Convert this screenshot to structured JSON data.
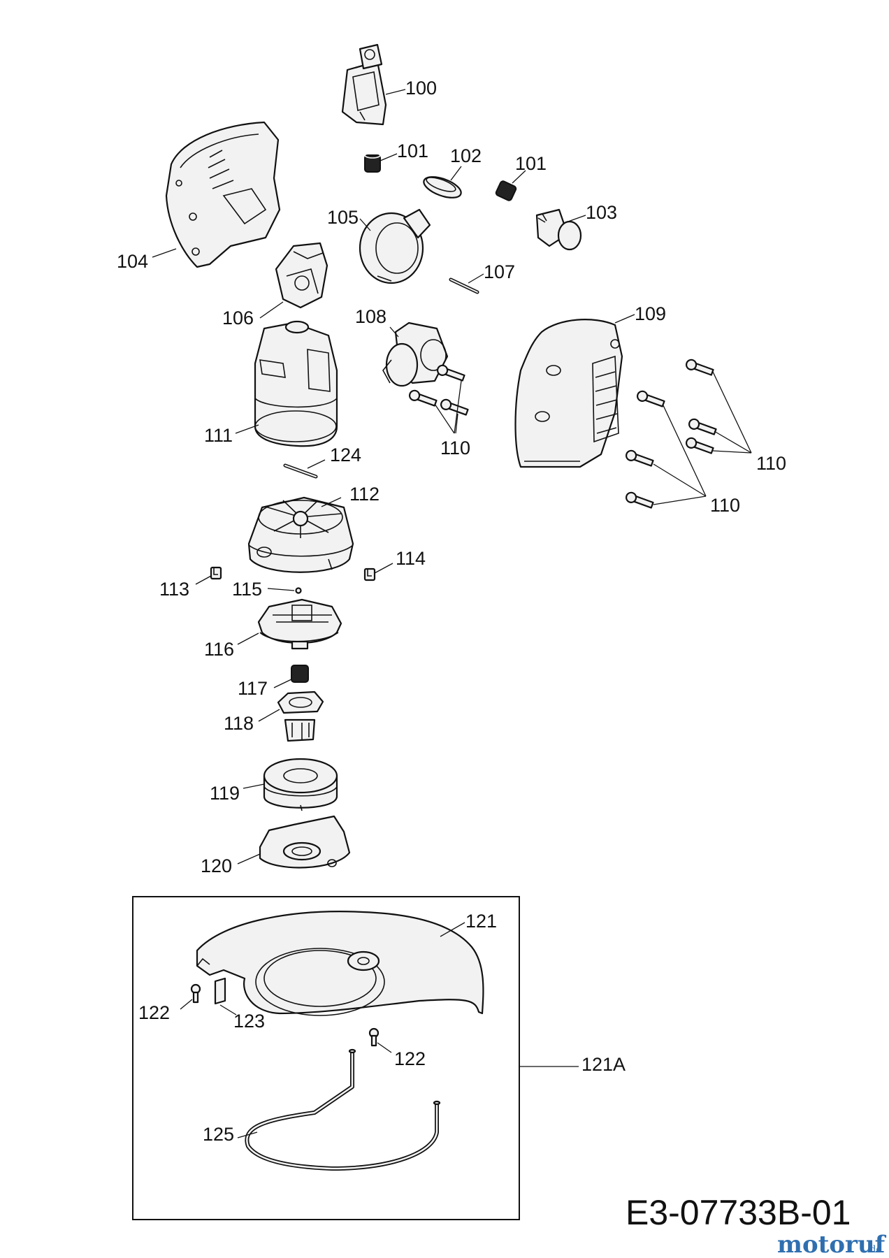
{
  "diagram": {
    "drawing_code": "E3-07733B-01",
    "brand": {
      "name": "motoruf",
      "suffix": ".de"
    },
    "part_labels": [
      {
        "id": "p100",
        "text": "100"
      },
      {
        "id": "p101a",
        "text": "101"
      },
      {
        "id": "p101b",
        "text": "101"
      },
      {
        "id": "p102",
        "text": "102"
      },
      {
        "id": "p103",
        "text": "103"
      },
      {
        "id": "p104",
        "text": "104"
      },
      {
        "id": "p105",
        "text": "105"
      },
      {
        "id": "p106",
        "text": "106"
      },
      {
        "id": "p107",
        "text": "107"
      },
      {
        "id": "p108",
        "text": "108"
      },
      {
        "id": "p109",
        "text": "109"
      },
      {
        "id": "p110a",
        "text": "110"
      },
      {
        "id": "p110b",
        "text": "110"
      },
      {
        "id": "p110c",
        "text": "110"
      },
      {
        "id": "p111",
        "text": "111"
      },
      {
        "id": "p112",
        "text": "112"
      },
      {
        "id": "p113",
        "text": "113"
      },
      {
        "id": "p114",
        "text": "114"
      },
      {
        "id": "p115",
        "text": "115"
      },
      {
        "id": "p116",
        "text": "116"
      },
      {
        "id": "p117",
        "text": "117"
      },
      {
        "id": "p118",
        "text": "118"
      },
      {
        "id": "p119",
        "text": "119"
      },
      {
        "id": "p120",
        "text": "120"
      },
      {
        "id": "p121",
        "text": "121"
      },
      {
        "id": "p121A",
        "text": "121A"
      },
      {
        "id": "p122a",
        "text": "122"
      },
      {
        "id": "p122b",
        "text": "122"
      },
      {
        "id": "p123",
        "text": "123"
      },
      {
        "id": "p124",
        "text": "124"
      },
      {
        "id": "p125",
        "text": "125"
      }
    ]
  }
}
